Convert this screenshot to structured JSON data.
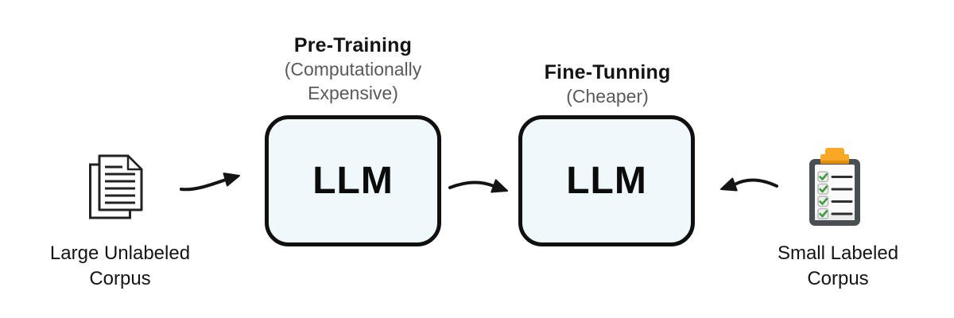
{
  "diagram": {
    "stages": [
      {
        "id": "pretraining",
        "title": "Pre-Training",
        "subtitle": "(Computationally Expensive)",
        "box_label": "LLM"
      },
      {
        "id": "finetuning",
        "title": "Fine-Tunning",
        "subtitle": "(Cheaper)",
        "box_label": "LLM"
      }
    ],
    "inputs": [
      {
        "id": "unlabeled-corpus",
        "label": "Large Unlabeled Corpus",
        "icon": "documents-icon"
      },
      {
        "id": "labeled-corpus",
        "label": "Small Labeled Corpus",
        "icon": "clipboard-checklist-icon"
      }
    ],
    "arrows": [
      {
        "id": "arrow-unlabeled-to-pretraining",
        "direction": "right"
      },
      {
        "id": "arrow-pretraining-to-finetuning",
        "direction": "right"
      },
      {
        "id": "arrow-labeled-to-finetuning",
        "direction": "left"
      }
    ],
    "palette": {
      "box_fill": "#eff9fb",
      "box_border": "#101010",
      "text_dark": "#141414",
      "text_gray": "#5a5a5a",
      "arrow_black": "#141414",
      "clip_orange": "#f9a825",
      "clip_orange_dark": "#e08e0b",
      "clipboard_frame_gray": "#4a4f54",
      "check_green": "#3d9c40"
    }
  }
}
